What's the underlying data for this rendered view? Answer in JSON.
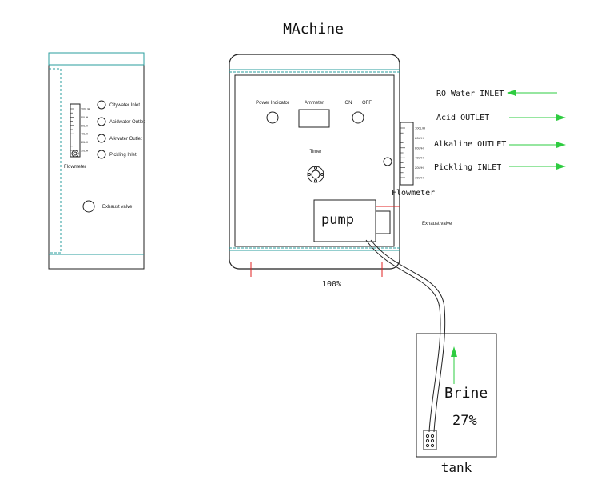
{
  "title": "MAchine",
  "side_panel": {
    "labels": [
      "Citywater Inlet",
      "Acidwater Outlet",
      "Alkwater Outlet",
      "Pickling Inlet"
    ],
    "flowmeter_label": "Flowmeter",
    "exhaust_label": "Exhaust valve",
    "scale_ticks": [
      "100L/H",
      "80L/H",
      "60L/H",
      "40L/H",
      "20L/H",
      "10L/H"
    ]
  },
  "machine": {
    "power_indicator_label": "Power Indicator",
    "ammeter_label": "Ammeter",
    "on_label": "ON",
    "off_label": "OFF",
    "timer_label": "Timer",
    "pump_label": "pump",
    "flowmeter_label": "Flowmeter",
    "exhaust_label": "Exhaust valve",
    "width_label": "100%",
    "scale_ticks": [
      "100L/H",
      "80L/H",
      "60L/H",
      "40L/H",
      "20L/H",
      "10L/H"
    ]
  },
  "ports": [
    {
      "label": "RO Water INLET",
      "direction": "in"
    },
    {
      "label": "Acid OUTLET",
      "direction": "out"
    },
    {
      "label": "Alkaline  OUTLET",
      "direction": "out"
    },
    {
      "label": "Pickling  INLET",
      "direction": "out"
    }
  ],
  "tank": {
    "content_label": "Brine",
    "concentration": "27%",
    "label": "tank"
  },
  "colors": {
    "teal": "#2a9d9d",
    "arrow_green": "#2ecc40",
    "marker_red": "#e02020",
    "line": "#222222"
  }
}
